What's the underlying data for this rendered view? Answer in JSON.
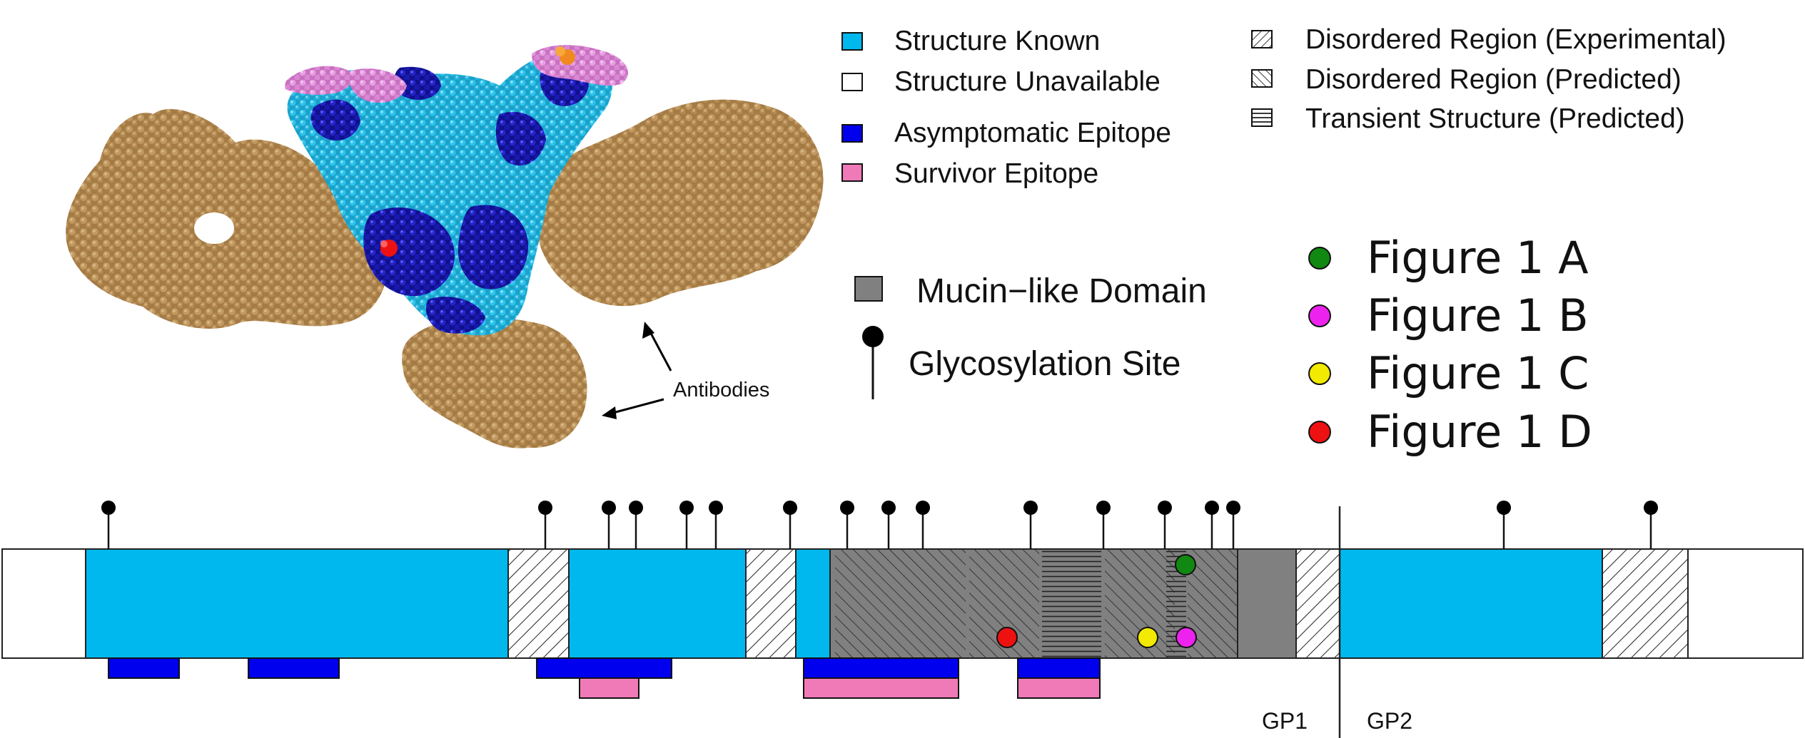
{
  "legend_structure": {
    "known": {
      "label": "Structure Known",
      "color": "#00b8ee"
    },
    "unavailable": {
      "label": "Structure Unavailable",
      "color": "#ffffff"
    },
    "asymptomatic": {
      "label": "Asymptomatic Epitope",
      "color": "#0000ee"
    },
    "survivor": {
      "label": "Survivor Epitope",
      "color": "#f07ab8"
    }
  },
  "legend_disorder": {
    "experimental": {
      "label": "Disordered Region (Experimental)"
    },
    "predicted": {
      "label": "Disordered Region (Predicted)"
    },
    "transient": {
      "label": "Transient Structure (Predicted)"
    }
  },
  "legend_domain": {
    "mucin": {
      "label": "Mucin−like Domain",
      "color": "#808080"
    },
    "glyco": {
      "label": "Glycosylation Site"
    }
  },
  "legend_figures": [
    {
      "label": "Figure 1 A",
      "color": "#118811"
    },
    {
      "label": "Figure 1 B",
      "color": "#ee22ee"
    },
    {
      "label": "Figure 1 C",
      "color": "#f2ea00"
    },
    {
      "label": "Figure 1 D",
      "color": "#ee1111"
    }
  ],
  "antibodies_label": "Antibodies",
  "gp1_label": "GP1",
  "gp2_label": "GP2",
  "colors": {
    "antibody": "#b08850",
    "protein": "#20b4dc",
    "epitope_dark": "#1a1aa8",
    "pink_surface": "#e090d8",
    "orange": "#f08a20"
  }
}
